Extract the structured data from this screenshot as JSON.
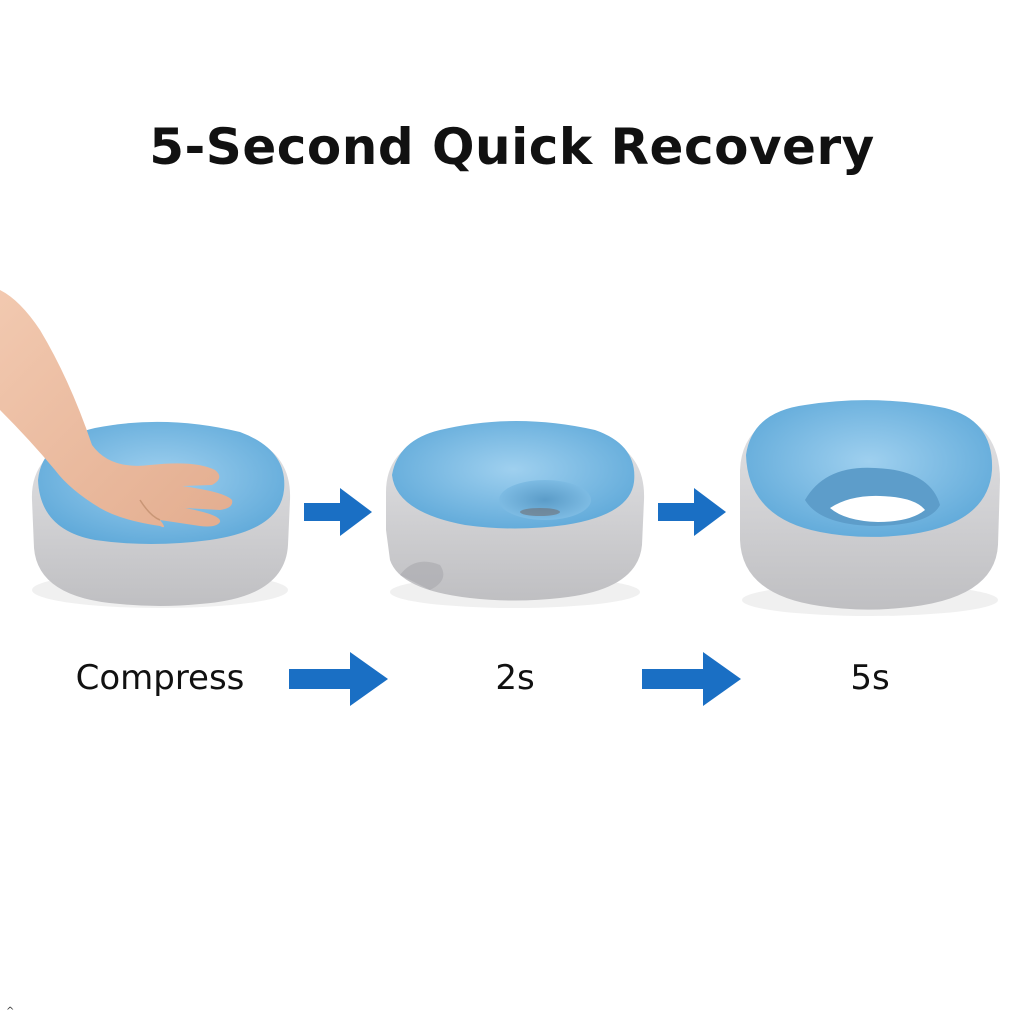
{
  "title": "5-Second Quick Recovery",
  "stages": [
    {
      "label": "Compress"
    },
    {
      "label": "2s"
    },
    {
      "label": "5s"
    }
  ],
  "colors": {
    "arrow": "#1a6fc4",
    "cushion_top": "#79bde6",
    "cushion_side": "#d9d9db",
    "skin": "#efc2a8"
  },
  "icons": {
    "arrow": "arrow-right-icon"
  }
}
